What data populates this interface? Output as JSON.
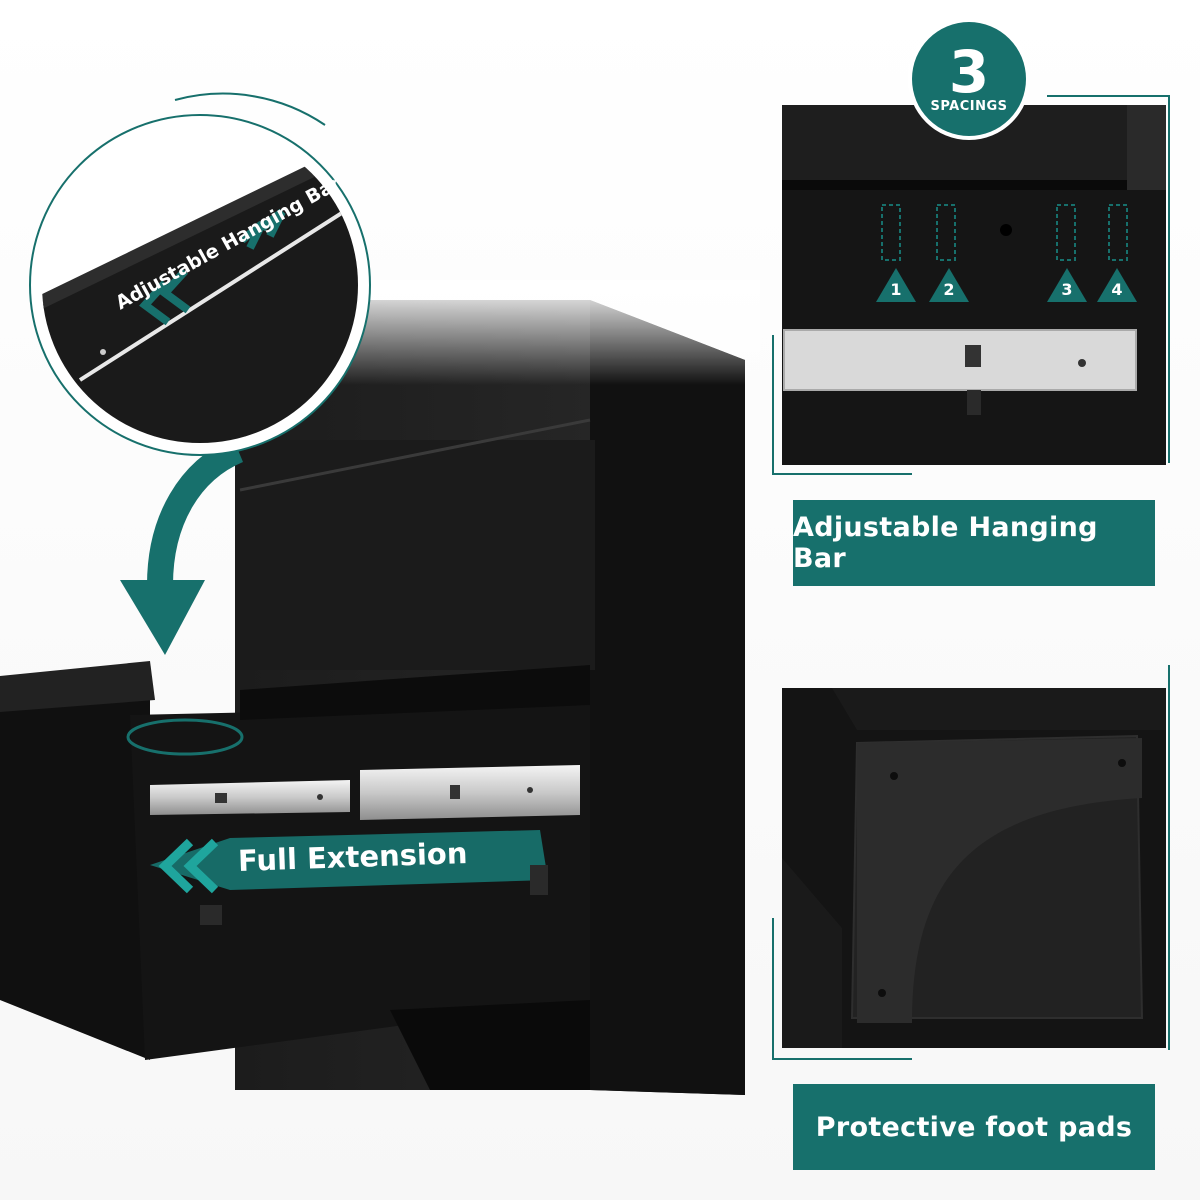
{
  "zoom_callout": {
    "label": "Adjustable Hanging Bar"
  },
  "drawer": {
    "slide_label": "Full Extension"
  },
  "spacing_badge": {
    "number": "3",
    "label": "SPACINGS"
  },
  "spacing_markers": [
    "1",
    "2",
    "3",
    "4"
  ],
  "features": {
    "hanging_bar_label": "Adjustable Hanging Bar",
    "foot_pads_label": "Protective foot pads"
  },
  "colors": {
    "accent": "#17706c",
    "cabinet": "#161616",
    "rail": "#d6d6d6"
  }
}
